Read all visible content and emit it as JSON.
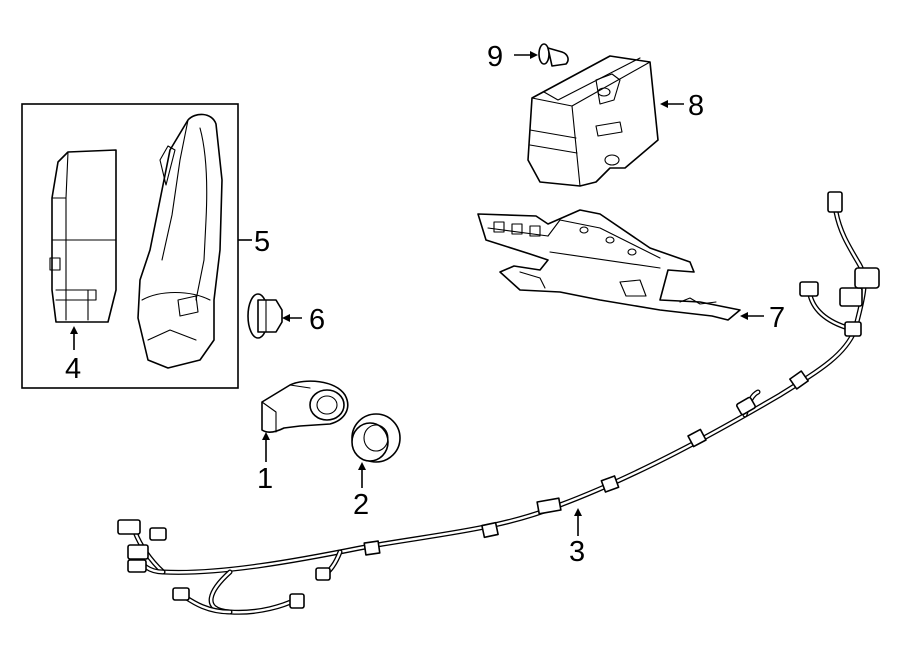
{
  "diagram": {
    "background": "#ffffff",
    "line_color": "#000000",
    "callouts": [
      {
        "id": "1",
        "text": "1",
        "part": "parking-sensor"
      },
      {
        "id": "2",
        "text": "2",
        "part": "sensor-retainer-ring"
      },
      {
        "id": "3",
        "text": "3",
        "part": "wiring-harness"
      },
      {
        "id": "4",
        "text": "4",
        "part": "sensor-module"
      },
      {
        "id": "5",
        "text": "5",
        "part": "bracket-assembly-group"
      },
      {
        "id": "6",
        "text": "6",
        "part": "grommet-nut"
      },
      {
        "id": "7",
        "text": "7",
        "part": "mounting-bracket"
      },
      {
        "id": "8",
        "text": "8",
        "part": "control-module"
      },
      {
        "id": "9",
        "text": "9",
        "part": "push-pin-fastener"
      }
    ]
  }
}
